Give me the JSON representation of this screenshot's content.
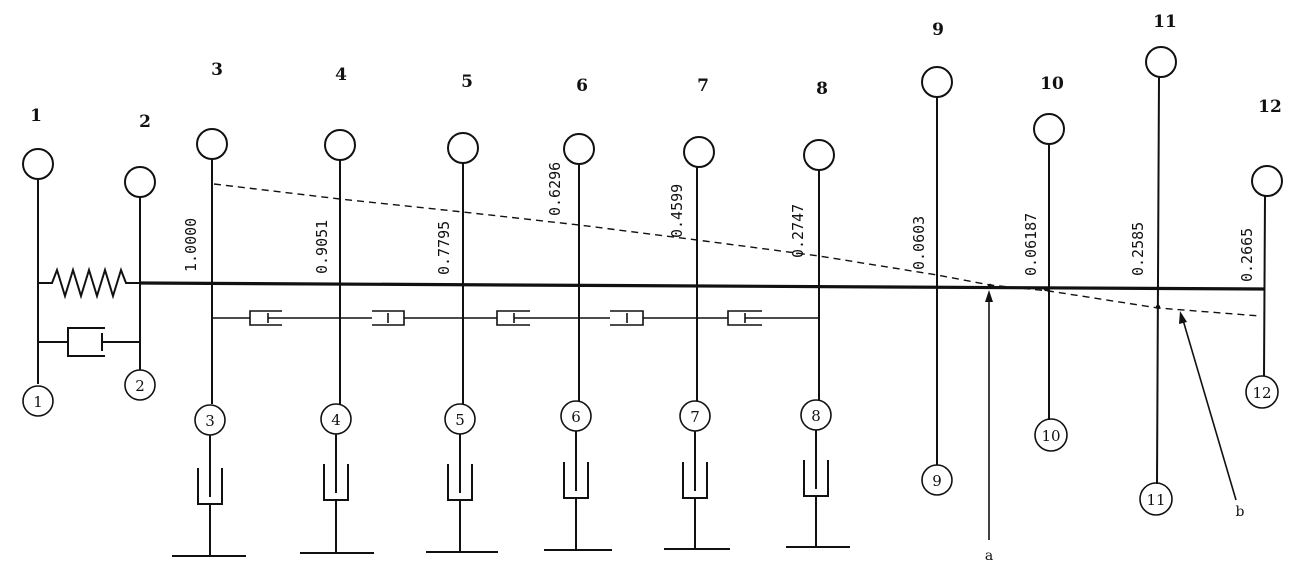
{
  "nodes": [
    {
      "label": "1",
      "circle_label": "1"
    },
    {
      "label": "2",
      "circle_label": "2"
    },
    {
      "label": "3",
      "circle_label": "3",
      "ratio": "1.0000"
    },
    {
      "label": "4",
      "circle_label": "4",
      "ratio": "0.9051"
    },
    {
      "label": "5",
      "circle_label": "5",
      "ratio": "0.7795"
    },
    {
      "label": "6",
      "circle_label": "6",
      "ratio": "0.6296"
    },
    {
      "label": "7",
      "circle_label": "7",
      "ratio": "0.4599"
    },
    {
      "label": "8",
      "circle_label": "8",
      "ratio": "0.2747"
    },
    {
      "label": "9",
      "circle_label": "9",
      "ratio": "0.0603"
    },
    {
      "label": "10",
      "circle_label": "10",
      "ratio": "0.06187"
    },
    {
      "label": "11",
      "circle_label": "11",
      "ratio": "0.2585"
    },
    {
      "label": "12",
      "circle_label": "12",
      "ratio": "0.2665"
    }
  ],
  "annotations": {
    "a": "a",
    "b": "b"
  }
}
